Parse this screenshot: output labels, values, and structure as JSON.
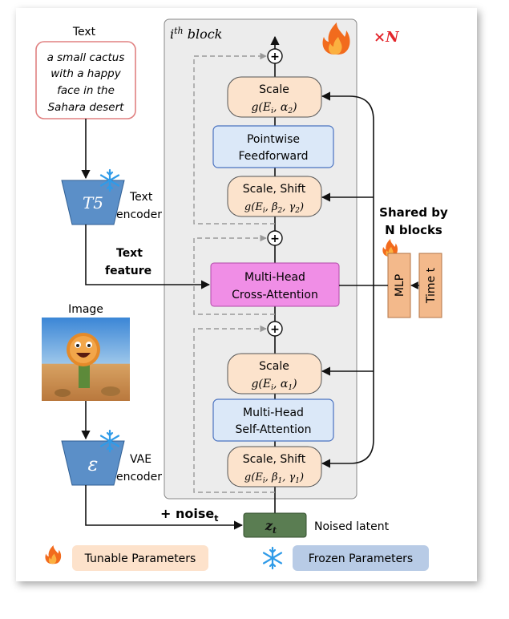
{
  "text_input": {
    "title": "Text",
    "prompt_line1": "a small cactus",
    "prompt_line2": "with a happy",
    "prompt_line3": "face in the",
    "prompt_line4": "Sahara desert"
  },
  "t5": {
    "symbol": "T5",
    "label_line1": "Text",
    "label_line2": "encoder"
  },
  "text_feature": {
    "line1": "Text",
    "line2": "feature"
  },
  "image_input": {
    "title": "Image"
  },
  "vae": {
    "symbol": "ε",
    "label_line1": "VAE",
    "label_line2": "encoder"
  },
  "noise": {
    "label": "+ noise",
    "subscript": "t"
  },
  "latent": {
    "symbol": "z",
    "subscript": "t",
    "label": "Noised latent"
  },
  "block": {
    "title_base": "i",
    "title_sup": "th",
    "title_rest": " block",
    "repeat": "×N",
    "scale2": {
      "line1": "Scale",
      "line2": "g(E_i, α_2)"
    },
    "feedforward": {
      "line1": "Pointwise",
      "line2": "Feedforward"
    },
    "scale_shift2": {
      "line1": "Scale, Shift",
      "line2": "g(E_i, β_2, γ_2)"
    },
    "cross_attention": {
      "line1": "Multi-Head",
      "line2": "Cross-Attention"
    },
    "scale1": {
      "line1": "Scale",
      "line2": "g(E_i, α_1)"
    },
    "self_attention": {
      "line1": "Multi-Head",
      "line2": "Self-Attention"
    },
    "scale_shift1": {
      "line1": "Scale, Shift",
      "line2": "g(E_i, β_1, γ_1)"
    },
    "add_symbol": "+"
  },
  "shared": {
    "line1": "Shared by",
    "line2": "N blocks",
    "mlp": "MLP",
    "time": "Time t"
  },
  "legend": {
    "tunable": "Tunable Parameters",
    "frozen": "Frozen Parameters"
  },
  "icons": [
    "fire-icon",
    "snowflake-icon"
  ],
  "colors": {
    "block_bg": "#ececec",
    "scale_fill": "#fce3cc",
    "blue_fill": "#dbe8f8",
    "blue_stroke": "#4a72c0",
    "pink_fill": "#f08ee6",
    "mlp_fill": "#f3b98b",
    "latent_fill": "#5a7d52",
    "fire": "#f26b1d",
    "snow": "#2f9be8",
    "frozen_legend": "#b8cbe6",
    "tunable_legend": "#fde2cb",
    "repeat": "#e3262c"
  }
}
